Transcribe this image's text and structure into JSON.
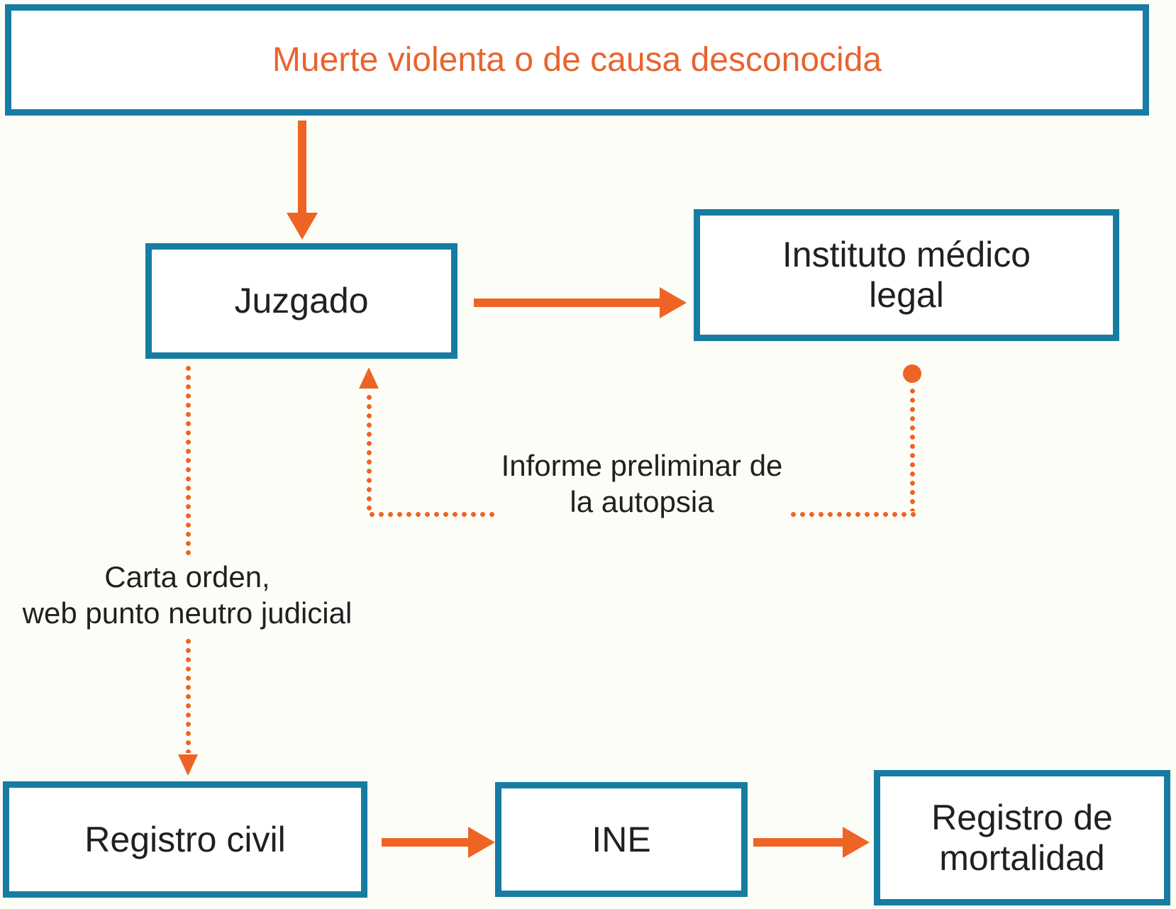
{
  "diagram": {
    "title": "Muerte violenta o de causa desconocida",
    "nodes": [
      {
        "id": "muerte-violenta",
        "label": "Muerte violenta o de causa desconocida"
      },
      {
        "id": "juzgado",
        "label": "Juzgado"
      },
      {
        "id": "instituto-medico-legal",
        "label": "Instituto médico\nlegal"
      },
      {
        "id": "registro-civil",
        "label": "Registro civil"
      },
      {
        "id": "ine",
        "label": "INE"
      },
      {
        "id": "registro-mortalidad",
        "label": "Registro de\nmortalidad"
      }
    ],
    "edges": [
      {
        "from": "muerte-violenta",
        "to": "juzgado",
        "style": "solid",
        "label": ""
      },
      {
        "from": "juzgado",
        "to": "instituto-medico-legal",
        "style": "solid",
        "label": ""
      },
      {
        "from": "instituto-medico-legal",
        "to": "juzgado",
        "style": "dotted",
        "label": "Informe preliminar de\nla autopsia"
      },
      {
        "from": "juzgado",
        "to": "registro-civil",
        "style": "dotted",
        "label": "Carta orden,\nweb punto neutro judicial"
      },
      {
        "from": "registro-civil",
        "to": "ine",
        "style": "solid",
        "label": ""
      },
      {
        "from": "ine",
        "to": "registro-mortalidad",
        "style": "solid",
        "label": ""
      }
    ],
    "colors": {
      "box_border": "#177CA2",
      "arrow": "#EE6424",
      "title_text": "#E8642F",
      "label_text": "#231F20",
      "background": "#FDFDF8"
    }
  }
}
